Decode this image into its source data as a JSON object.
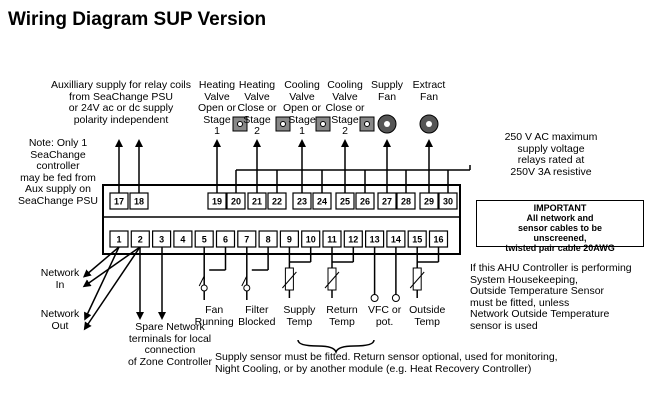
{
  "title": "Wiring Diagram SUP Version",
  "notes": {
    "aux_supply": "Auxilliary supply for relay coils\nfrom SeaChange PSU\nor 24V ac or dc supply\npolarity independent",
    "only_one": "Note: Only 1\nSeaChange controller\nmay be fed from\nAux supply on\nSeaChange PSU",
    "voltage": "250 V AC  maximum\nsupply voltage\nrelays rated at\n250V 3A resistive",
    "important": "IMPORTANT\nAll network and\nsensor cables to be\nunscreened,\ntwisted pair cable 20AWG",
    "outside_sensor": "If this AHU Controller is performing\nSystem Housekeeping,\nOutside Temperature Sensor\nmust be fitted, unless\nNetwork Outside Temperature\nsensor is used",
    "supply_sensor": "Supply sensor must be fitted. Return sensor optional, used for monitoring,\nNight Cooling, or by another module (e.g. Heat Recovery Controller)",
    "spare_network": "Spare Network\nterminals for local\nconnection\nof Zone Controller"
  },
  "outputs": [
    {
      "label": "Heating\nValve\nOpen or\nStage\n1",
      "icon": "valve-open-icon"
    },
    {
      "label": "Heating\nValve\nClose or\nStage\n2",
      "icon": "valve-close-icon"
    },
    {
      "label": "Cooling\nValve\nOpen or\nStage\n1",
      "icon": "valve-open-icon"
    },
    {
      "label": "Cooling\nValve\nClose or\nStage\n2",
      "icon": "valve-close-icon"
    },
    {
      "label": "Supply\nFan",
      "icon": "fan-icon"
    },
    {
      "label": "Extract\nFan",
      "icon": "fan-icon"
    }
  ],
  "inputs": [
    {
      "label": "Fan\nRunning"
    },
    {
      "label": "Filter\nBlocked"
    },
    {
      "label": "Supply\nTemp"
    },
    {
      "label": "Return\nTemp"
    },
    {
      "label": "VFC or\npot."
    },
    {
      "label": "Outside\nTemp"
    }
  ],
  "network": {
    "in": "Network\nIn",
    "out": "Network\nOut"
  },
  "top_terminals": [
    "17",
    "18",
    "19",
    "20",
    "21",
    "22",
    "23",
    "24",
    "25",
    "26",
    "27",
    "28",
    "29",
    "30"
  ],
  "bottom_terminals": [
    "1",
    "2",
    "3",
    "4",
    "5",
    "6",
    "7",
    "8",
    "9",
    "10",
    "11",
    "12",
    "13",
    "14",
    "15",
    "16"
  ]
}
